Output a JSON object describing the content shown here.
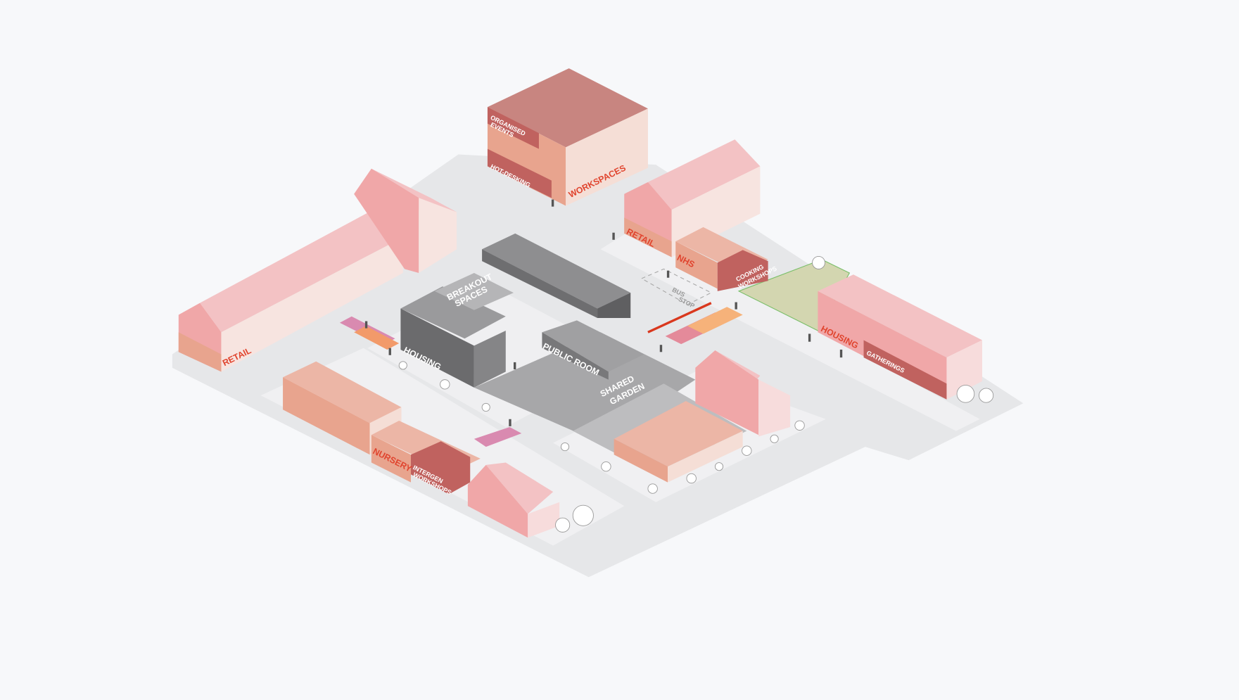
{
  "labels": {
    "organised_events_1": "ORGANISED",
    "organised_events_2": "EVENTS",
    "hot_desking": "HOT-DESKING",
    "workspaces": "WORKSPACES",
    "retail_north": "RETAIL",
    "nhs": "NHS",
    "cooking_1": "COOKING",
    "cooking_2": "WORKSHOPS",
    "bus_stop_1": "BUS",
    "bus_stop_2": "STOP",
    "housing_east": "HOUSING",
    "gatherings": "GATHERINGS",
    "breakout_1": "BREAKOUT",
    "breakout_2": "SPACES",
    "housing_central": "HOUSING",
    "public_room": "PUBLIC ROOM",
    "shared_1": "SHARED",
    "shared_2": "GARDEN",
    "retail_west": "RETAIL",
    "nursery": "NURSERY",
    "intergen_1": "INTERGEN",
    "intergen_2": "WORKSHOPS"
  },
  "colors": {
    "accent_red": "#e0442e",
    "pink_roof": "#f3c2c4",
    "salmon": "#e8a48e",
    "dark_rose": "#c0625f",
    "grey_building": "#7b7b7d",
    "green_park": "#d3d6b0"
  }
}
